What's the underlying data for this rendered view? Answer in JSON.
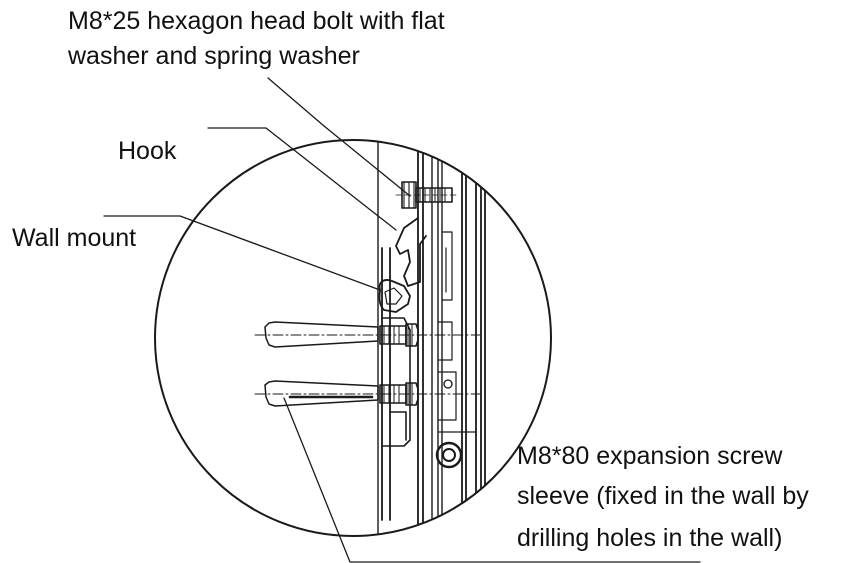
{
  "callouts": {
    "bolt": {
      "line1": "M8*25 hexagon head bolt with flat",
      "line2": "washer and spring washer"
    },
    "hook": "Hook",
    "wall_mount": "Wall mount",
    "expansion": {
      "line1": "M8*80 expansion screw",
      "line2": "sleeve (fixed in the wall by",
      "line3": "drilling holes in the wall)"
    }
  },
  "colors": {
    "line": "#1a1a1a",
    "background": "#ffffff"
  }
}
